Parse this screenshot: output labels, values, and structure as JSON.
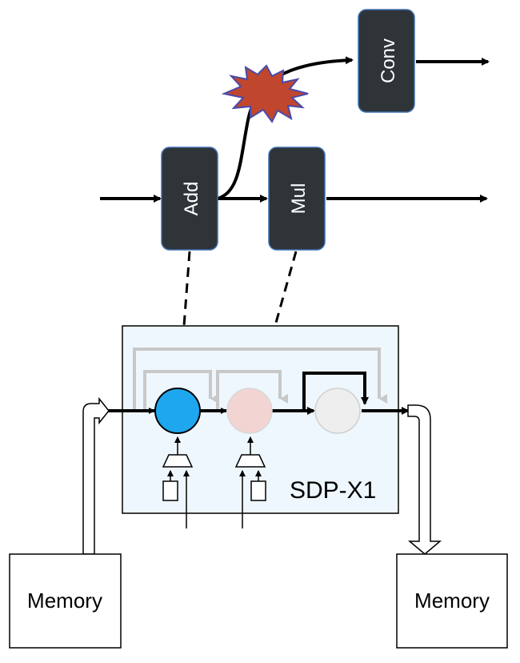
{
  "ops": {
    "add": "Add",
    "mul": "Mul",
    "conv": "Conv"
  },
  "block": {
    "label": "SDP-X1"
  },
  "memory": {
    "left": "Memory",
    "right": "Memory"
  },
  "colors": {
    "op_box": "#2f3438",
    "block_fill": "#eef7fd",
    "unit_add": "#1ea7ee",
    "unit_mul": "#f2d4d2",
    "unit_idle": "#eeeeee",
    "bypass": "#c8c8c8",
    "conflict_fill": "#c0462e",
    "conflict_stroke": "#4a4aa8"
  }
}
